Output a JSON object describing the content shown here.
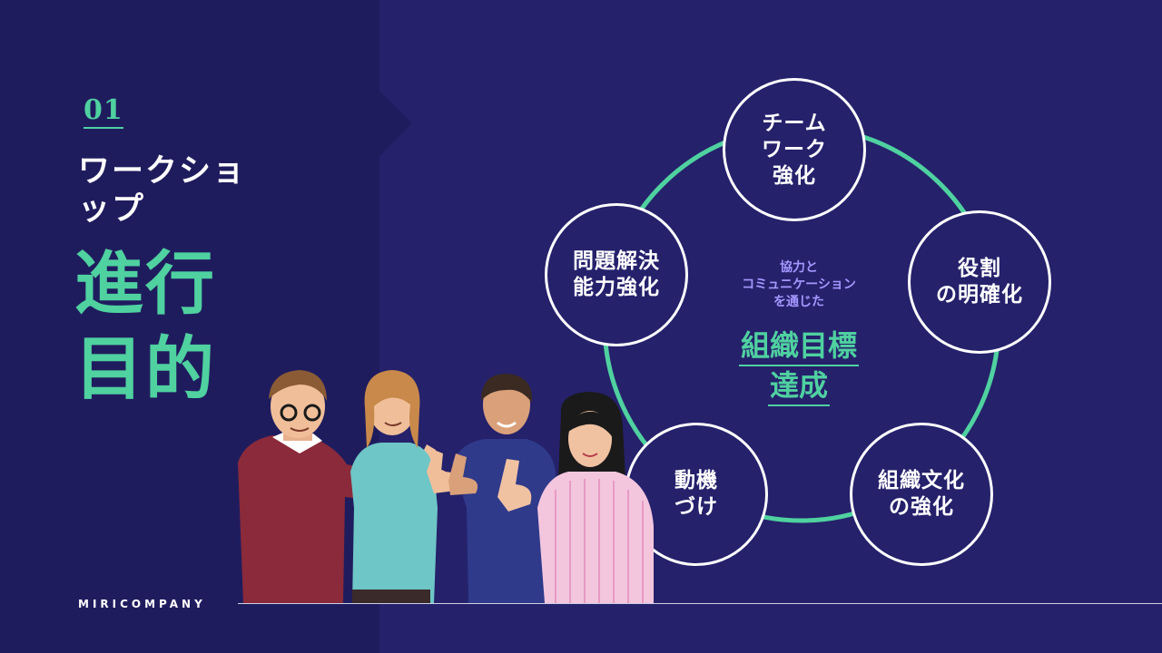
{
  "section": {
    "number": "01"
  },
  "slide": {
    "subtitle": "ワークショップ",
    "title_line1": "進行",
    "title_line2": "目的"
  },
  "diagram": {
    "center_small": "協力と\nコミュニケーション\nを通じた",
    "center_big_line1": "組織目標",
    "center_big_line2": "達成",
    "nodes": [
      {
        "label": "チーム\nワーク\n強化"
      },
      {
        "label": "役割\nの明確化"
      },
      {
        "label": "組織文化\nの強化"
      },
      {
        "label": "動機\nづけ"
      },
      {
        "label": "問題解決\n能力強化"
      }
    ]
  },
  "footer": {
    "company": "MIRICOMPANY"
  },
  "colors": {
    "background": "#25216b",
    "panel": "#1f1c5e",
    "accent": "#4fd1a0",
    "center_text": "#a597ff",
    "text": "#ffffff"
  },
  "illustration": "people-thumbs-up-illustration"
}
